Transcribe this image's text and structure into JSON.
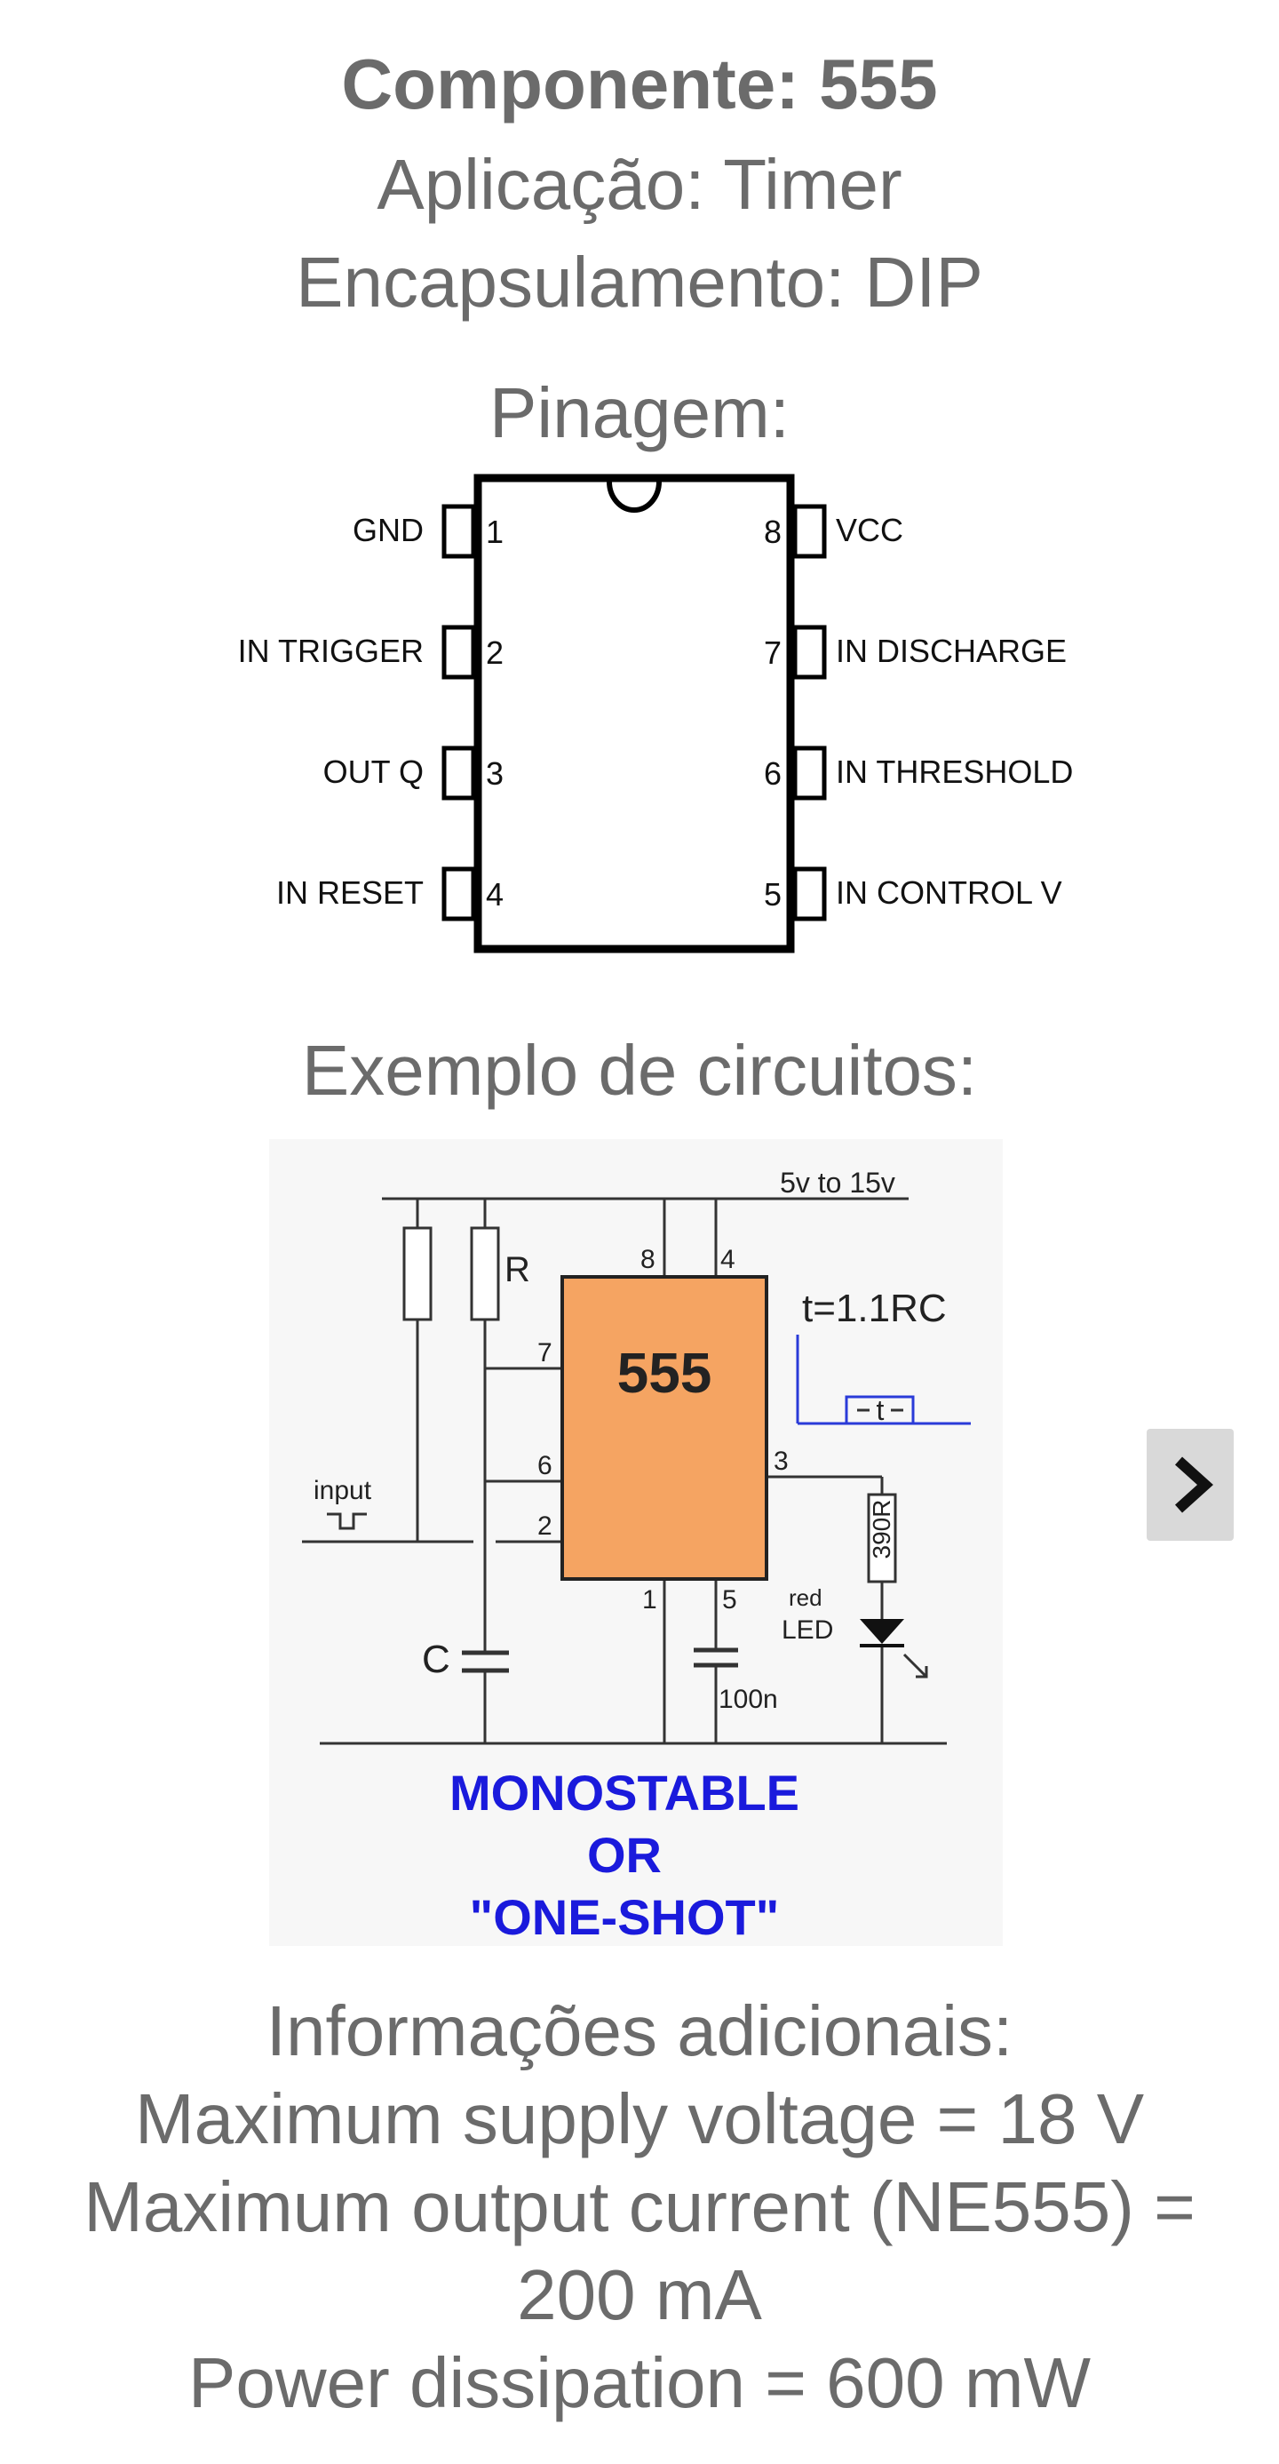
{
  "component": {
    "title": "Componente: 555",
    "application": "Aplicação: Timer",
    "package": "Encapsulamento: DIP"
  },
  "pinout": {
    "heading": "Pinagem:",
    "left_pins": [
      {
        "num": "1",
        "label": "GND"
      },
      {
        "num": "2",
        "label": "IN TRIGGER"
      },
      {
        "num": "3",
        "label": "OUT Q"
      },
      {
        "num": "4",
        "label": "IN RESET"
      }
    ],
    "right_pins": [
      {
        "num": "8",
        "label": "VCC"
      },
      {
        "num": "7",
        "label": "IN DISCHARGE"
      },
      {
        "num": "6",
        "label": "IN THRESHOLD"
      },
      {
        "num": "5",
        "label": "IN CONTROL V"
      }
    ]
  },
  "examples": {
    "heading": "Exemplo de circuitos:",
    "circuit": {
      "supply": "5v to 15v",
      "chip": "555",
      "resistor": "R",
      "capacitor": "C",
      "formula": "t=1.1RC",
      "pulse": "t",
      "input": "input",
      "led_resistor": "390R",
      "led_label_1": "red",
      "led_label_2": "LED",
      "cap_100n": "100n",
      "pins": [
        "8",
        "4",
        "7",
        "6",
        "2",
        "3",
        "1",
        "5"
      ],
      "caption": [
        "MONOSTABLE",
        "OR",
        "\"ONE-SHOT\""
      ]
    },
    "next_icon": "chevron-right-icon"
  },
  "info": {
    "heading": "Informações adicionais:",
    "lines": [
      "Maximum supply voltage = 18 V",
      "Maximum output current (NE555) =",
      "200 mA",
      "Power dissipation = 600 mW"
    ]
  },
  "colors": {
    "text": "#6b6b6b",
    "chip_fill": "#f5a462",
    "caption_blue": "#1a1adc",
    "button_bg": "#d9d9d9"
  }
}
